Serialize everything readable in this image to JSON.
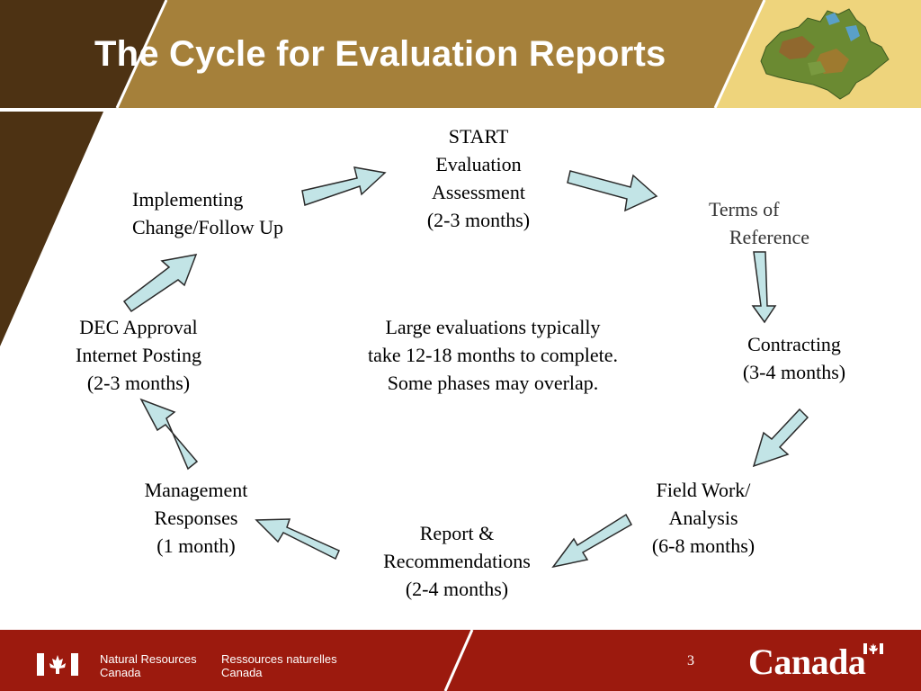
{
  "title": "The Cycle for Evaluation Reports",
  "nodes": {
    "start": [
      "START",
      "Evaluation",
      "Assessment",
      "(2-3 months)"
    ],
    "terms": [
      "Terms of",
      "Reference"
    ],
    "contracting": [
      "Contracting",
      "(3-4 months)"
    ],
    "fieldwork": [
      "Field Work/",
      "Analysis",
      "(6-8 months)"
    ],
    "report": [
      "Report &",
      "Recommendations",
      "(2-4 months)"
    ],
    "management": [
      "Management",
      "Responses",
      "(1 month)"
    ],
    "dec": [
      "DEC Approval",
      "Internet Posting",
      "(2-3 months)"
    ],
    "implementing": [
      "Implementing",
      "Change/Follow Up"
    ]
  },
  "center_note": [
    "Large evaluations typically",
    "take 12-18 months to complete.",
    "Some phases may overlap."
  ],
  "footer": {
    "dept_en": [
      "Natural Resources",
      "Canada"
    ],
    "dept_fr": [
      "Ressources naturelles",
      "Canada"
    ],
    "page_number": "3",
    "wordmark": "Canada"
  },
  "colors": {
    "header_brown": "#a5803a",
    "dark_brown": "#4d3213",
    "light_yellow": "#eed47c",
    "footer_red": "#9c1a0e",
    "arrow_fill": "#c2e4e6"
  }
}
